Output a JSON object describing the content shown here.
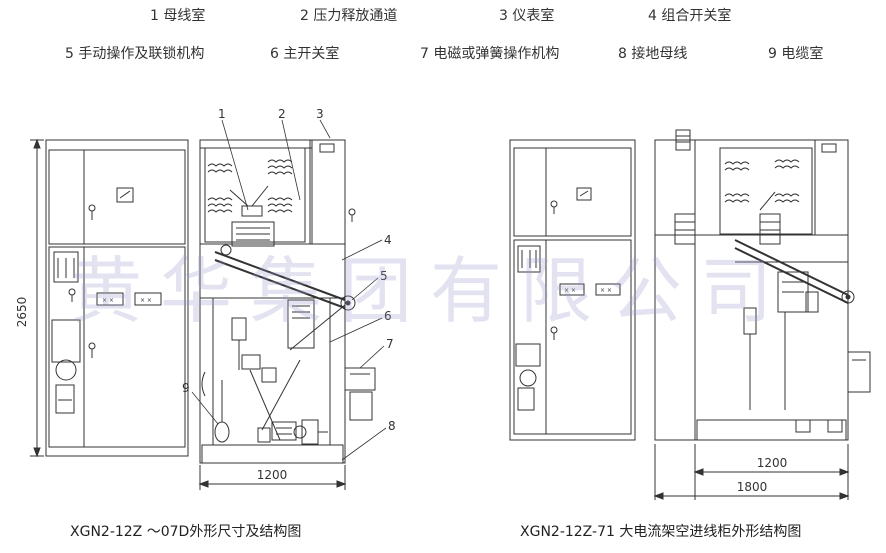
{
  "legend": [
    {
      "num": "1",
      "label": "母线室"
    },
    {
      "num": "2",
      "label": "压力释放通道"
    },
    {
      "num": "3",
      "label": "仪表室"
    },
    {
      "num": "4",
      "label": "组合开关室"
    },
    {
      "num": "5",
      "label": "手动操作及联锁机构"
    },
    {
      "num": "6",
      "label": "主开关室"
    },
    {
      "num": "7",
      "label": "电磁或弹簧操作机构"
    },
    {
      "num": "8",
      "label": "接地母线"
    },
    {
      "num": "9",
      "label": "电缆室"
    }
  ],
  "left_figure": {
    "caption": "XGN2-12Z ～07D外形尺寸及结构图",
    "height_dim": "2650",
    "depth_dim": "1200",
    "callouts": [
      "1",
      "2",
      "3",
      "4",
      "5",
      "6",
      "7",
      "8",
      "9"
    ]
  },
  "right_figure": {
    "caption": "XGN2-12Z-71 大电流架空进线柜外形结构图",
    "inner_dim": "1200",
    "outer_dim": "1800"
  },
  "watermark": "黄华集团有限公司",
  "colors": {
    "line": "#333333",
    "watermark": "#9696c8"
  }
}
